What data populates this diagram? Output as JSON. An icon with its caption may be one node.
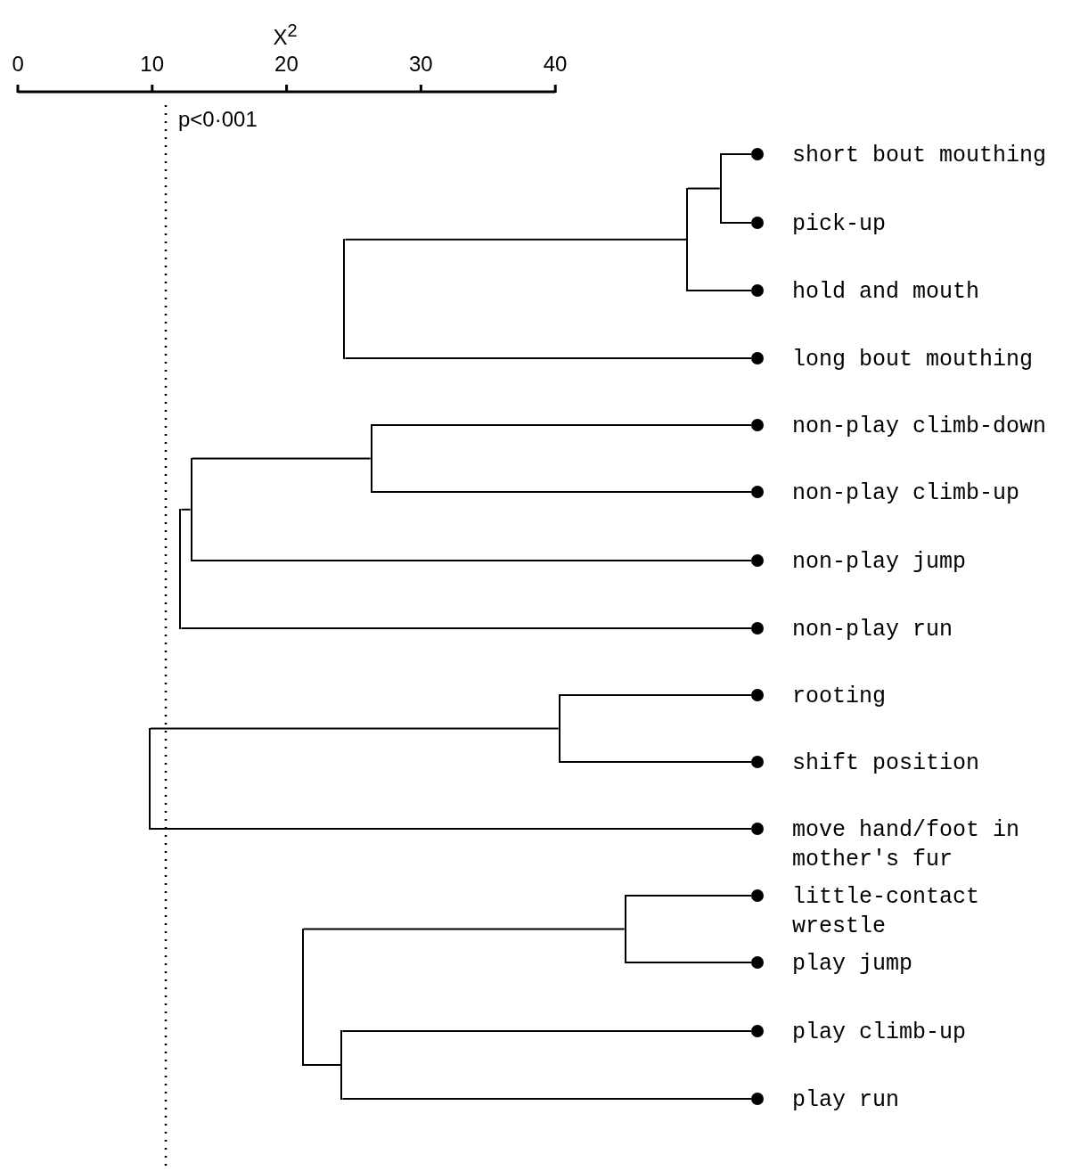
{
  "diagram": {
    "nodes": [
      {
        "text": [
          "short bout mouthing"
        ]
      },
      {
        "text": [
          "pick-up"
        ]
      },
      {
        "text": [
          "hold and mouth"
        ]
      },
      {
        "text": [
          "long bout mouthing"
        ]
      },
      {
        "text": [
          "non-play climb-down"
        ]
      },
      {
        "text": [
          "non-play climb-up"
        ]
      },
      {
        "text": [
          "non-play jump"
        ]
      },
      {
        "text": [
          "non-play run"
        ]
      },
      {
        "text": [
          "rooting"
        ]
      },
      {
        "text": [
          "shift position"
        ]
      },
      {
        "text": [
          "move hand/foot in mother's fur"
        ]
      },
      {
        "text": [
          "little-contact wrestle"
        ]
      },
      {
        "text": [
          "play jump"
        ]
      },
      {
        "text": [
          "play climb-up"
        ]
      },
      {
        "text": [
          "play run"
        ]
      },
      {
        "text": [],
        "shape": "bar"
      },
      {
        "text": [],
        "shape": "bar"
      },
      {
        "text": [],
        "shape": "bar"
      },
      {
        "text": [],
        "shape": "bar"
      },
      {
        "text": [],
        "shape": "bar"
      },
      {
        "text": [],
        "shape": "bar"
      },
      {
        "text": [],
        "shape": "bar"
      },
      {
        "text": [],
        "shape": "bar"
      },
      {
        "text": [],
        "shape": "bar"
      },
      {
        "text": [],
        "shape": "bar"
      },
      {
        "text": [],
        "shape": "bar"
      }
    ],
    "edges": [
      {
        "from": 15,
        "to": 0,
        "arrow": "none"
      },
      {
        "from": 15,
        "to": 1,
        "arrow": "none"
      },
      {
        "from": 16,
        "to": 15,
        "arrow": "none"
      },
      {
        "from": 16,
        "to": 2,
        "arrow": "none"
      },
      {
        "from": 17,
        "to": 16,
        "arrow": "none"
      },
      {
        "from": 17,
        "to": 3,
        "arrow": "none"
      },
      {
        "from": 18,
        "to": 4,
        "arrow": "none"
      },
      {
        "from": 18,
        "to": 5,
        "arrow": "none"
      },
      {
        "from": 19,
        "to": 18,
        "arrow": "none"
      },
      {
        "from": 19,
        "to": 6,
        "arrow": "none"
      },
      {
        "from": 20,
        "to": 19,
        "arrow": "none"
      },
      {
        "from": 20,
        "to": 7,
        "arrow": "none"
      },
      {
        "from": 21,
        "to": 8,
        "arrow": "none"
      },
      {
        "from": 21,
        "to": 9,
        "arrow": "none"
      },
      {
        "from": 22,
        "to": 21,
        "arrow": "none"
      },
      {
        "from": 22,
        "to": 10,
        "arrow": "none"
      },
      {
        "from": 23,
        "to": 11,
        "arrow": "none"
      },
      {
        "from": 23,
        "to": 12,
        "arrow": "none"
      },
      {
        "from": 24,
        "to": 13,
        "arrow": "none"
      },
      {
        "from": 24,
        "to": 14,
        "arrow": "none"
      },
      {
        "from": 25,
        "to": 23,
        "arrow": "none"
      },
      {
        "from": 25,
        "to": 24,
        "arrow": "none"
      }
    ],
    "labels": [
      "X$^{2}$",
      "0",
      "10",
      "20",
      "30",
      "40",
      "p<0·001"
    ]
  }
}
